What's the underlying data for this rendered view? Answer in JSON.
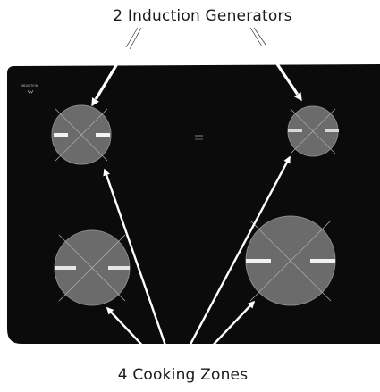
{
  "labels": {
    "generators": "2 Induction Generators",
    "zones": "4 Cooking Zones"
  },
  "cooktop": {
    "logo_text": "INDUCTION",
    "center_mark_line1": "",
    "center_mark_line2": ""
  },
  "colors": {
    "glass": "#0b0b0b",
    "zone_fill": "#6b6b6b",
    "zone_edge": "#8a8a8a",
    "marker": "#f2f2f2",
    "arrow": "#ffffff"
  }
}
